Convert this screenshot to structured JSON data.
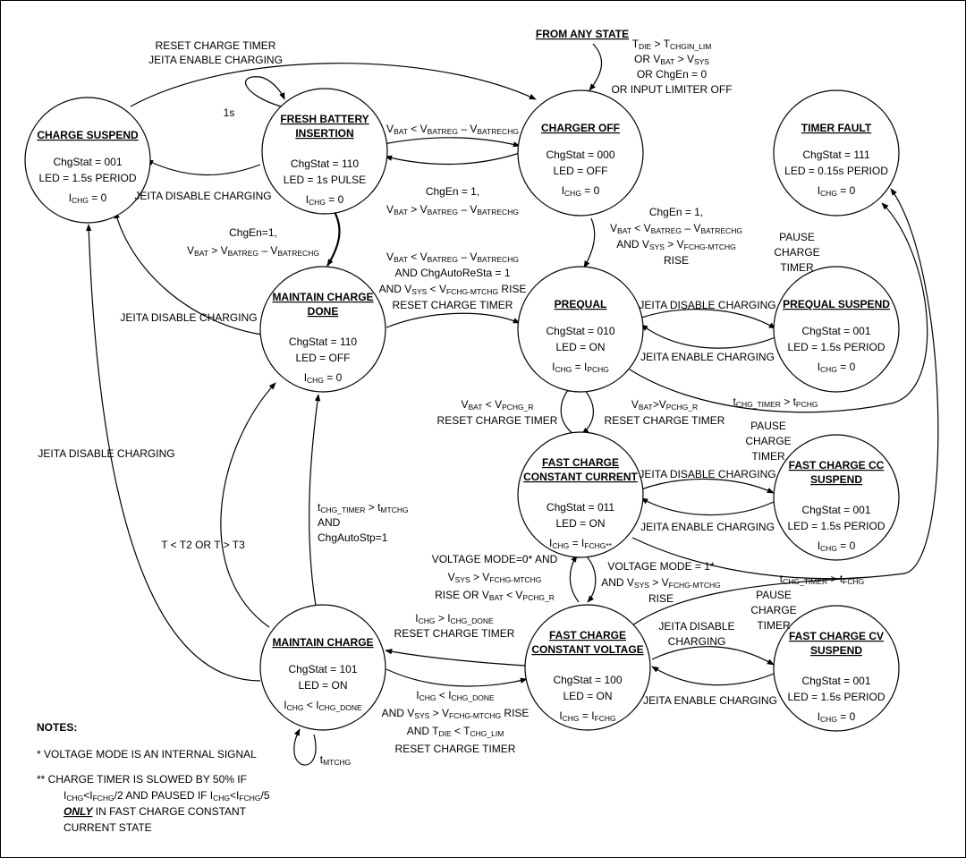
{
  "states": {
    "charge_suspend": {
      "title": [
        "CHARGE SUSPEND"
      ],
      "lines": [
        [
          "ChgStat = 001"
        ],
        [
          "LED = 1.5s PERIOD"
        ],
        [
          "I",
          "CHG",
          " = 0"
        ]
      ]
    },
    "fresh_battery": {
      "title": [
        "FRESH BATTERY",
        "INSERTION"
      ],
      "lines": [
        [
          "ChgStat = 110"
        ],
        [
          "LED = 1s PULSE"
        ],
        [
          "I",
          "CHG",
          " = 0"
        ]
      ]
    },
    "charger_off": {
      "title": [
        "CHARGER OFF"
      ],
      "lines": [
        [
          "ChgStat = 000"
        ],
        [
          "LED = OFF"
        ],
        [
          "I",
          "CHG",
          " = 0"
        ]
      ]
    },
    "timer_fault": {
      "title": [
        "TIMER FAULT"
      ],
      "lines": [
        [
          "ChgStat = 111"
        ],
        [
          "LED = 0.15s PERIOD"
        ],
        [
          "I",
          "CHG",
          " = 0"
        ]
      ]
    },
    "maintain_done": {
      "title": [
        "MAINTAIN CHARGE",
        "DONE"
      ],
      "lines": [
        [
          "ChgStat = 110"
        ],
        [
          "LED = OFF"
        ],
        [
          "I",
          "CHG",
          " = 0"
        ]
      ]
    },
    "prequal": {
      "title": [
        "PREQUAL"
      ],
      "lines": [
        [
          "ChgStat = 010"
        ],
        [
          "LED = ON"
        ],
        [
          "I",
          "CHG",
          " = I",
          "PCHG"
        ]
      ]
    },
    "prequal_suspend": {
      "title": [
        "PREQUAL SUSPEND"
      ],
      "lines": [
        [
          "ChgStat = 001"
        ],
        [
          "LED = 1.5s PERIOD"
        ],
        [
          "I",
          "CHG",
          " = 0"
        ]
      ]
    },
    "fast_cc": {
      "title": [
        "FAST CHARGE",
        "CONSTANT CURRENT"
      ],
      "lines": [
        [
          "ChgStat = 011"
        ],
        [
          "LED = ON"
        ],
        [
          "I",
          "CHG",
          " = I",
          "FCHG**"
        ]
      ]
    },
    "fast_cc_suspend": {
      "title": [
        "FAST CHARGE CC",
        "SUSPEND"
      ],
      "lines": [
        [
          "ChgStat = 001"
        ],
        [
          "LED = 1.5s PERIOD"
        ],
        [
          "I",
          "CHG",
          " = 0"
        ]
      ]
    },
    "maintain_charge": {
      "title": [
        "MAINTAIN CHARGE"
      ],
      "lines": [
        [
          "ChgStat = 101"
        ],
        [
          "LED = ON"
        ],
        [
          "I",
          "CHG",
          " < I",
          "CHG_DONE"
        ]
      ]
    },
    "fast_cv": {
      "title": [
        "FAST CHARGE",
        "CONSTANT VOLTAGE"
      ],
      "lines": [
        [
          "ChgStat = 100"
        ],
        [
          "LED = ON"
        ],
        [
          "I",
          "CHG",
          " = I",
          "FCHG"
        ]
      ]
    },
    "fast_cv_suspend": {
      "title": [
        "FAST CHARGE CV",
        "SUSPEND"
      ],
      "lines": [
        [
          "ChgStat = 001"
        ],
        [
          "LED = 1.5s PERIOD"
        ],
        [
          "I",
          "CHG",
          " = 0"
        ]
      ]
    }
  },
  "labels": {
    "from_any_state": "FROM ANY STATE",
    "any_state_cond": [
      [
        "T",
        "DIE",
        " > T",
        "CHGIN_LIM"
      ],
      [
        "OR V",
        "BAT",
        " > V",
        "SYS"
      ],
      [
        "OR ChgEn = 0"
      ],
      [
        "OR INPUT LIMITER OFF"
      ]
    ],
    "reset_jeita": [
      [
        "RESET CHARGE TIMER"
      ],
      [
        "JEITA ENABLE CHARGING"
      ]
    ],
    "one_s": [
      [
        "1s"
      ]
    ],
    "fresh_to_off": [
      [
        "V",
        "BAT",
        " < V",
        "BATREG",
        " – V",
        "BATRECHG"
      ]
    ],
    "off_to_fresh": [
      [
        "ChgEn = 1,"
      ],
      [
        "V",
        "BAT",
        " > V",
        "BATREG",
        " – V",
        "BATRECHG"
      ]
    ],
    "fresh_to_suspend": [
      [
        "JEITA DISABLE CHARGING"
      ]
    ],
    "fresh_to_done": [
      [
        "ChgEn=1,"
      ],
      [
        "V",
        "BAT",
        " > V",
        "BATREG",
        " – V",
        "BATRECHG"
      ]
    ],
    "done_to_suspend": [
      [
        "JEITA DISABLE CHARGING"
      ]
    ],
    "done_to_prequal": [
      [
        "V",
        "BAT",
        " < V",
        "BATREG",
        " – V",
        "BATRECHG"
      ],
      [
        "AND ChgAutoReSta = 1"
      ],
      [
        "AND V",
        "SYS",
        " < V",
        "FCHG-MTCHG",
        " RISE"
      ],
      [
        "RESET CHARGE TIMER"
      ]
    ],
    "off_to_prequal": [
      [
        "ChgEn = 1,"
      ],
      [
        "V",
        "BAT",
        " < V",
        "BATREG",
        " – V",
        "BATRECHG"
      ],
      [
        "AND V",
        "SYS",
        " > V",
        "FCHG-MTCHG"
      ],
      [
        "RISE"
      ]
    ],
    "pause_1": [
      [
        "PAUSE"
      ],
      [
        "CHARGE"
      ],
      [
        "TIMER"
      ]
    ],
    "prequal_to_susp": [
      [
        "JEITA DISABLE CHARGING"
      ]
    ],
    "susp_to_prequal": [
      [
        "JEITA ENABLE CHARGING"
      ]
    ],
    "prequal_timer": [
      [
        "t",
        "CHG_TIMER",
        " > t",
        "PCHG"
      ]
    ],
    "cc_to_prequal": [
      [
        "V",
        "BAT",
        " < V",
        "PCHG_R"
      ],
      [
        "RESET CHARGE TIMER"
      ]
    ],
    "prequal_to_cc": [
      [
        "V",
        "BAT",
        ">V",
        "PCHG_R"
      ],
      [
        "RESET CHARGE TIMER"
      ]
    ],
    "pause_2": [
      [
        "PAUSE"
      ],
      [
        "CHARGE"
      ],
      [
        "TIMER"
      ]
    ],
    "cc_to_susp": [
      [
        "JEITA DISABLE CHARGING"
      ]
    ],
    "susp_to_cc": [
      [
        "JEITA ENABLE CHARGING"
      ]
    ],
    "left_jeita": [
      [
        "JEITA DISABLE CHARGING"
      ]
    ],
    "t_range": [
      [
        "T < T2 OR T > T3"
      ]
    ],
    "maint_to_done": [
      [
        "t",
        "CHG_TIMER",
        " > t",
        "MTCHG"
      ],
      [
        "AND"
      ],
      [
        "ChgAutoStp=1"
      ]
    ],
    "cv_to_cc": [
      [
        "VOLTAGE MODE=0* AND"
      ],
      [
        "V",
        "SYS",
        " > V",
        "FCHG-MTCHG"
      ],
      [
        "RISE OR V",
        "BAT",
        " < V",
        "PCHG_R"
      ]
    ],
    "cc_to_cv": [
      [
        "VOLTAGE MODE = 1*"
      ],
      [
        "AND V",
        "SYS",
        " > V",
        "FCHG-MTCHG"
      ],
      [
        "RISE"
      ]
    ],
    "cc_timer": [
      [
        "t",
        "CHG_TIMER",
        " > t",
        "FCHG"
      ]
    ],
    "pause_3": [
      [
        "PAUSE"
      ],
      [
        "CHARGE"
      ],
      [
        "TIMER"
      ]
    ],
    "cv_to_maint": [
      [
        "I",
        "CHG",
        " > I",
        "CHG_DONE"
      ],
      [
        "RESET CHARGE TIMER"
      ]
    ],
    "maint_to_cv": [
      [
        "I",
        "CHG",
        " < I",
        "CHG_DONE"
      ],
      [
        "AND V",
        "SYS",
        " > V",
        "FCHG-MTCHG",
        " RISE"
      ],
      [
        "AND T",
        "DIE",
        " < T",
        "CHG_LIM"
      ],
      [
        "RESET CHARGE TIMER"
      ]
    ],
    "cv_to_susp": [
      [
        "JEITA DISABLE"
      ],
      [
        "CHARGING"
      ]
    ],
    "susp_to_cv": [
      [
        "JEITA ENABLE CHARGING"
      ]
    ],
    "mtchg_loop": [
      [
        "t",
        "MTCHG"
      ]
    ]
  },
  "notes": {
    "heading": "NOTES:",
    "note1": "*   VOLTAGE MODE IS AN INTERNAL SIGNAL",
    "note2_l1": "**  CHARGE TIMER IS SLOWED BY 50% IF",
    "note2_l2": [
      [
        "I",
        "CHG",
        "<I",
        "FCHG",
        "/2 AND PAUSED IF I",
        "CHG",
        "<I",
        "FCHG",
        "/5"
      ]
    ],
    "note2_only": "ONLY",
    "note2_l3": " IN FAST CHARGE CONSTANT",
    "note2_l4": "CURRENT STATE"
  }
}
